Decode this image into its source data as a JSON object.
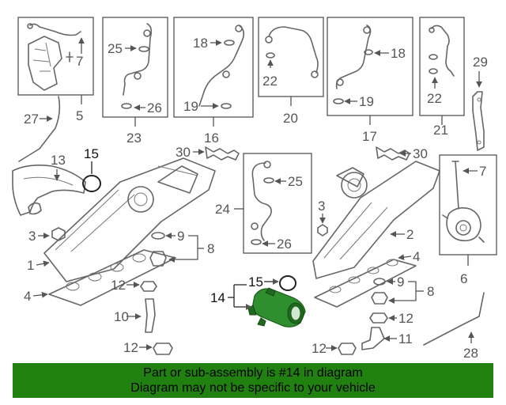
{
  "diagram": {
    "callouts": [
      "1",
      "2",
      "3",
      "3",
      "4",
      "4",
      "5",
      "6",
      "7",
      "7",
      "8",
      "8",
      "9",
      "9",
      "10",
      "11",
      "12",
      "12",
      "12",
      "12",
      "13",
      "14",
      "15",
      "15",
      "16",
      "17",
      "18",
      "18",
      "19",
      "19",
      "20",
      "21",
      "22",
      "22",
      "23",
      "24",
      "25",
      "25",
      "26",
      "26",
      "27",
      "28",
      "29",
      "30",
      "30"
    ],
    "highlight_part": "14",
    "highlight_color": "#2f8f2f"
  },
  "banner": {
    "line1": "Part or sub-assembly is #14 in diagram",
    "line2": "Diagram may not be specific to your vehicle",
    "background": "#208010"
  }
}
